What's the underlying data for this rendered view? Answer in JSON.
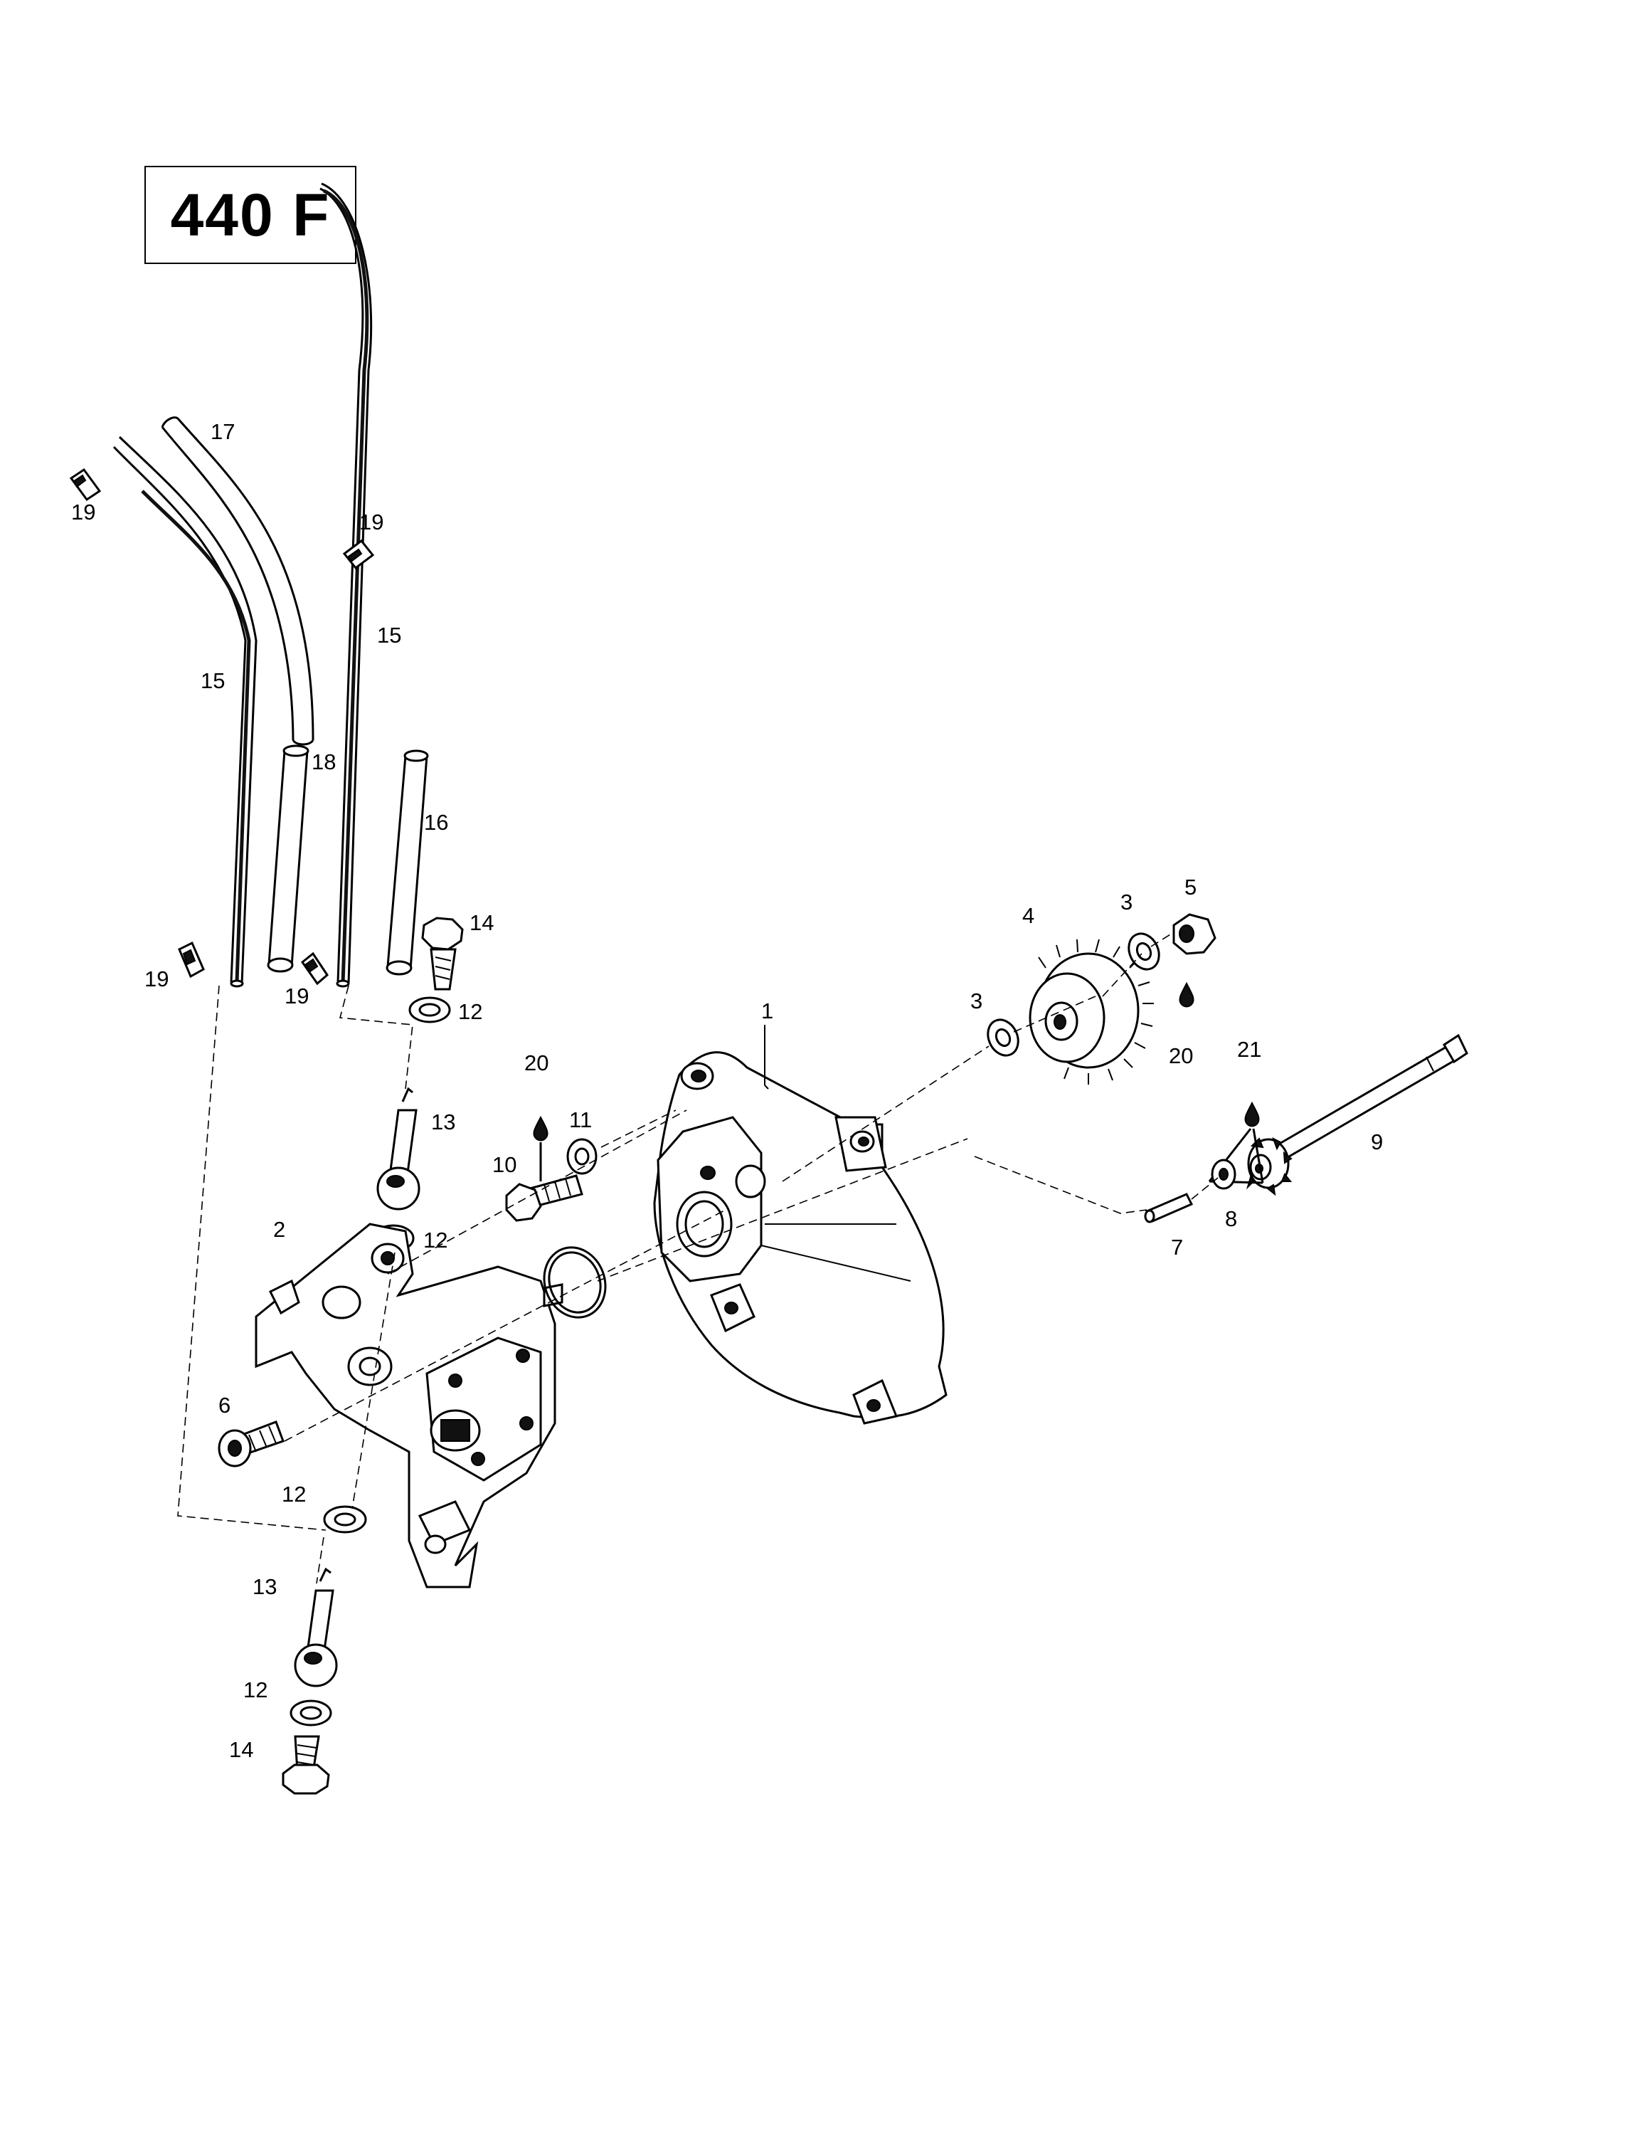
{
  "title": "440 F",
  "callouts": [
    {
      "id": "c1",
      "text": "1"
    },
    {
      "id": "c2",
      "text": "2"
    },
    {
      "id": "c3a",
      "text": "3"
    },
    {
      "id": "c3b",
      "text": "3"
    },
    {
      "id": "c4",
      "text": "4"
    },
    {
      "id": "c5",
      "text": "5"
    },
    {
      "id": "c6",
      "text": "6"
    },
    {
      "id": "c7",
      "text": "7"
    },
    {
      "id": "c8",
      "text": "8"
    },
    {
      "id": "c9",
      "text": "9"
    },
    {
      "id": "c10",
      "text": "10"
    },
    {
      "id": "c11",
      "text": "11"
    },
    {
      "id": "c12a",
      "text": "12"
    },
    {
      "id": "c12b",
      "text": "12"
    },
    {
      "id": "c12c",
      "text": "12"
    },
    {
      "id": "c12d",
      "text": "12"
    },
    {
      "id": "c13a",
      "text": "13"
    },
    {
      "id": "c13b",
      "text": "13"
    },
    {
      "id": "c14a",
      "text": "14"
    },
    {
      "id": "c14b",
      "text": "14"
    },
    {
      "id": "c15a",
      "text": "15"
    },
    {
      "id": "c15b",
      "text": "15"
    },
    {
      "id": "c16",
      "text": "16"
    },
    {
      "id": "c17",
      "text": "17"
    },
    {
      "id": "c18",
      "text": "18"
    },
    {
      "id": "c19a",
      "text": "19"
    },
    {
      "id": "c19b",
      "text": "19"
    },
    {
      "id": "c19c",
      "text": "19"
    },
    {
      "id": "c19d",
      "text": "19"
    },
    {
      "id": "c20a",
      "text": "20"
    },
    {
      "id": "c20b",
      "text": "20"
    },
    {
      "id": "c21",
      "text": "21"
    }
  ]
}
